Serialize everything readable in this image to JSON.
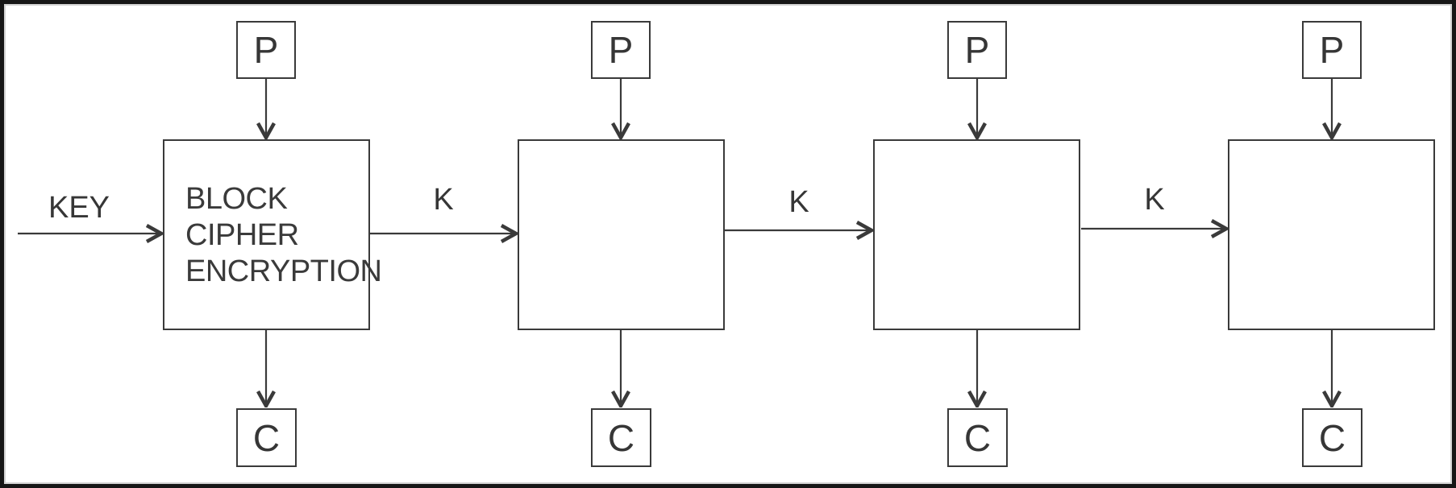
{
  "diagram": {
    "key_label": "KEY",
    "k_labels": [
      "K",
      "K",
      "K"
    ],
    "columns": [
      {
        "plaintext_label": "P",
        "box_text": "BLOCK\nCIPHER\nENCRYPTION",
        "ciphertext_label": "C"
      },
      {
        "plaintext_label": "P",
        "box_text": "",
        "ciphertext_label": "C"
      },
      {
        "plaintext_label": "P",
        "box_text": "",
        "ciphertext_label": "C"
      },
      {
        "plaintext_label": "P",
        "box_text": "",
        "ciphertext_label": "C"
      }
    ],
    "colors": {
      "stroke": "#3a3a3a",
      "text": "#363636",
      "frame": "#161616",
      "background": "#ffffff"
    }
  }
}
